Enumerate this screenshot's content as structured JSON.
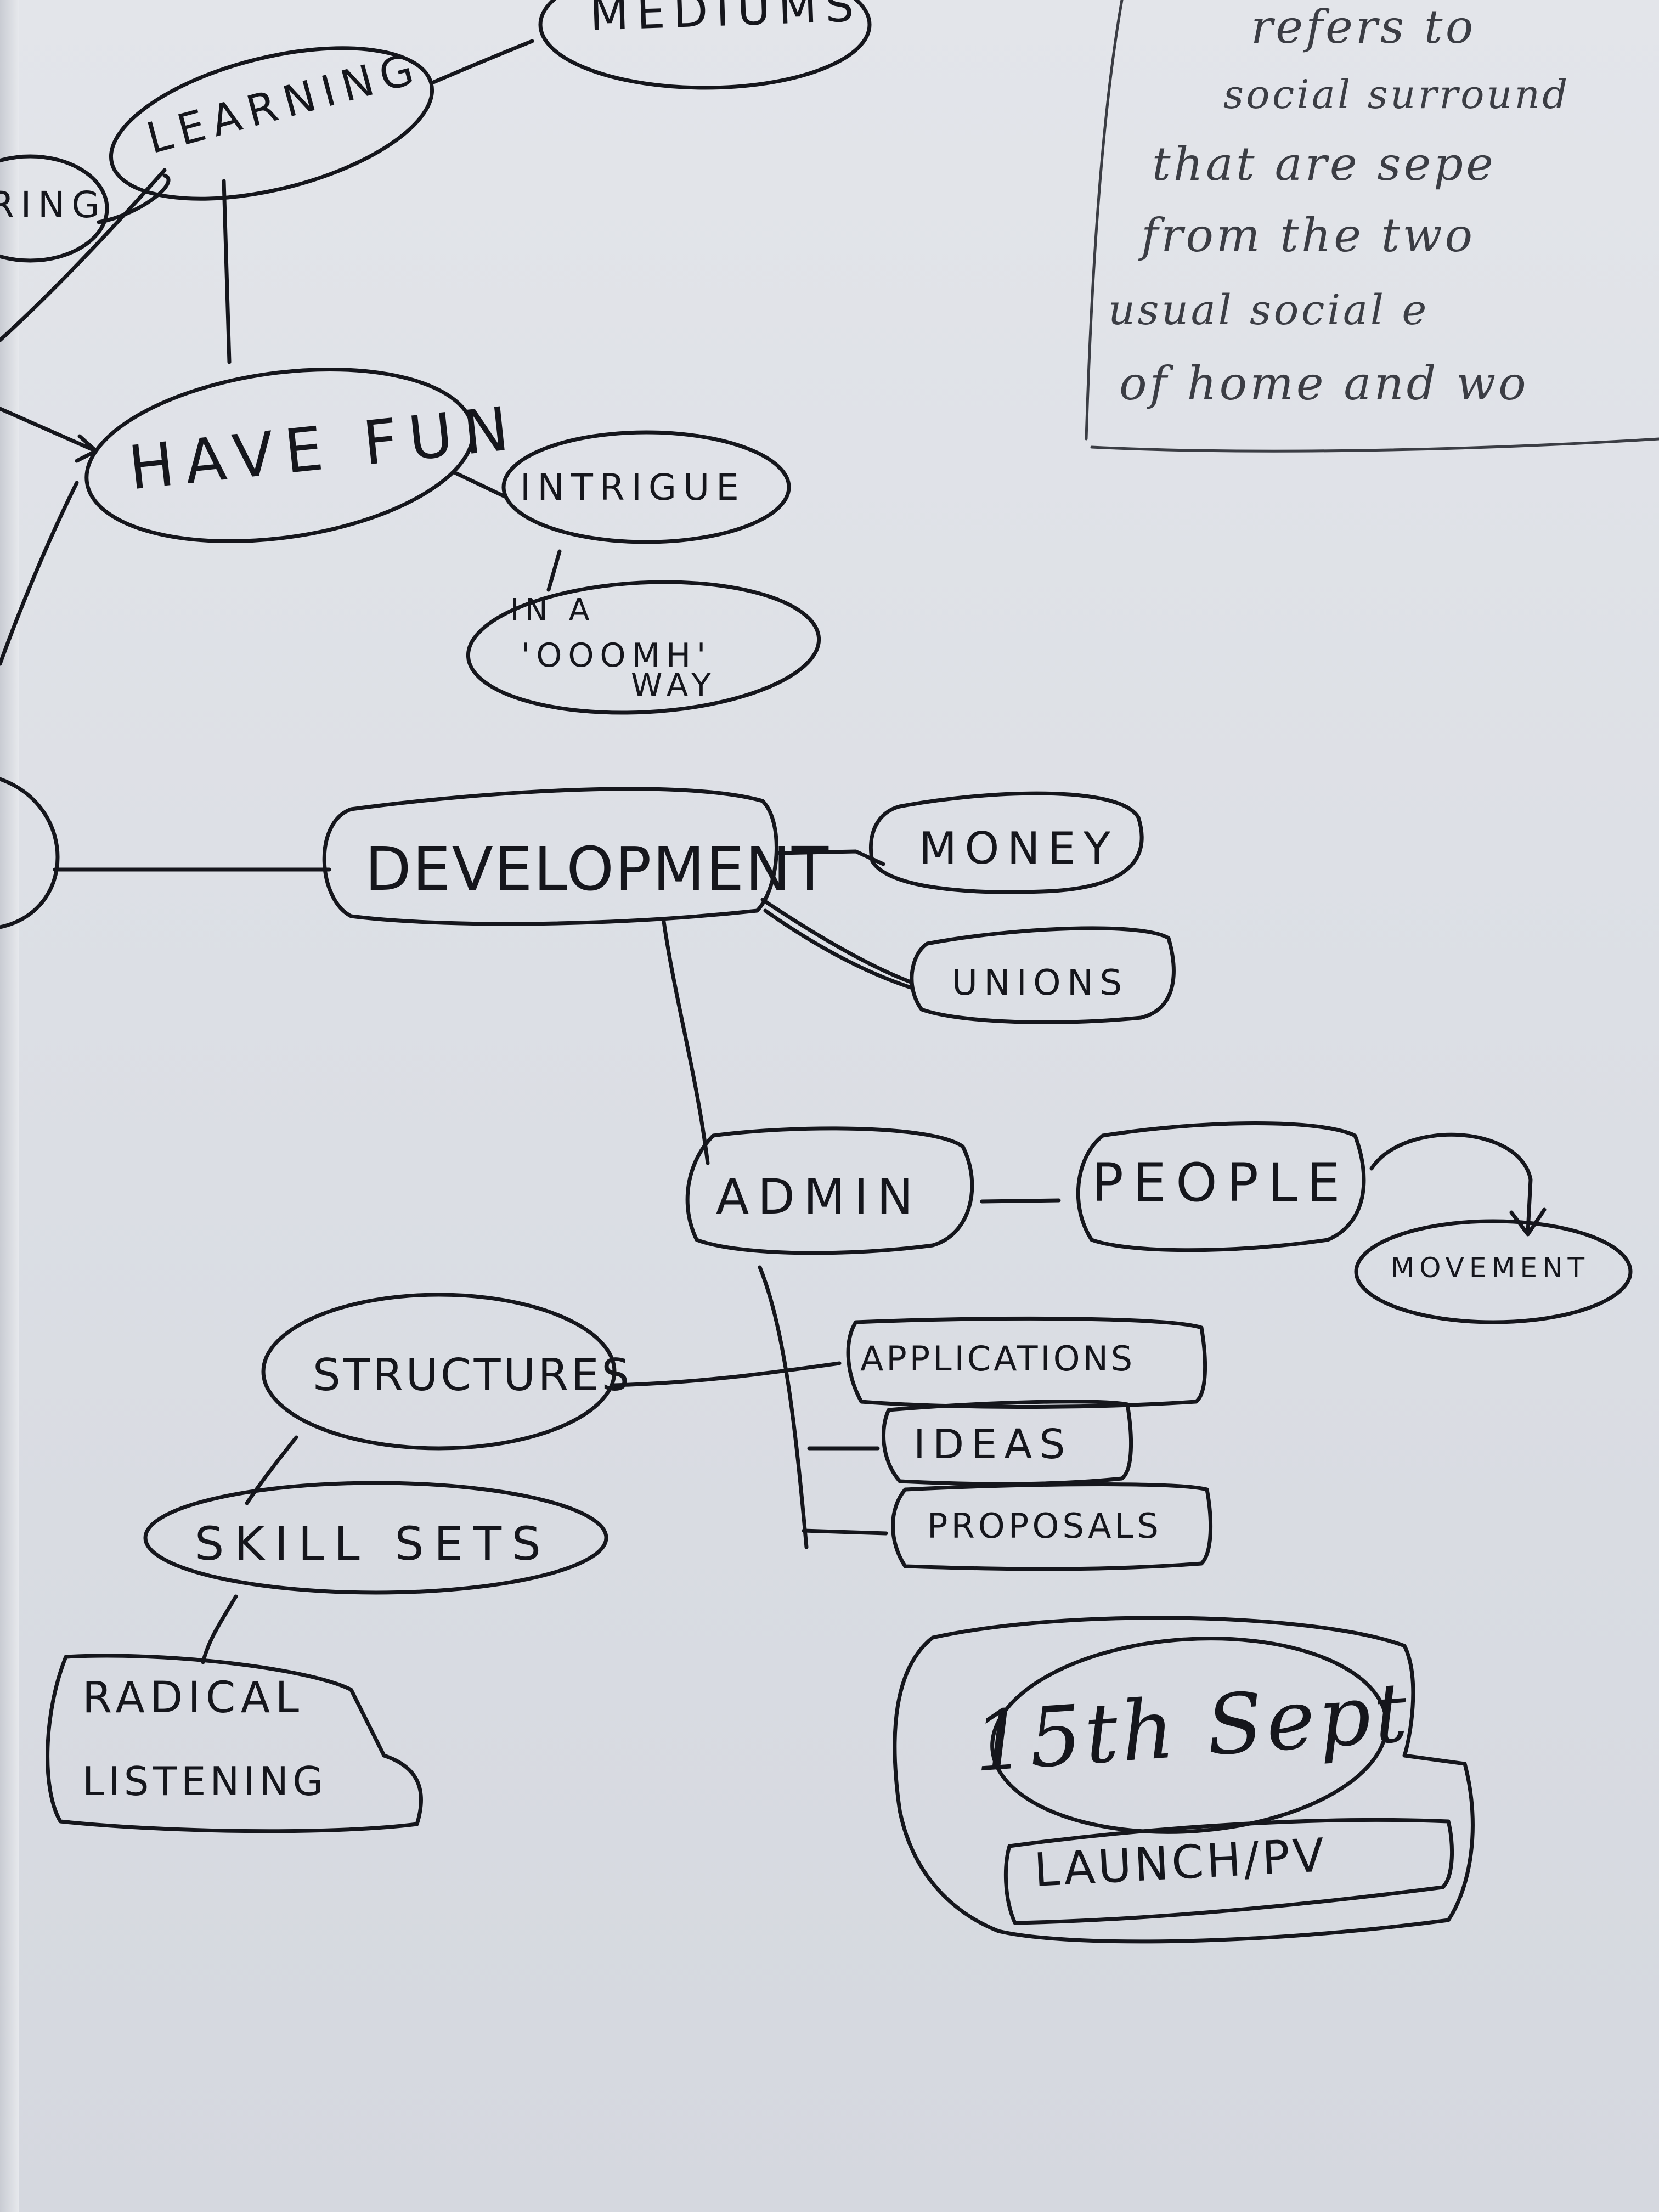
{
  "nodes": {
    "mediums": "MEDIUMS",
    "learning": "LEARNING",
    "ring_partial": "RING",
    "have_fun": "HAVE FUN",
    "intrigue": "INTRIGUE",
    "oomph_line1": "IN A",
    "oomph_line2": "'OOOMH'",
    "oomph_line3": "WAY",
    "development": "DEVELOPMENT",
    "money": "MONEY",
    "unions": "UNIONS",
    "admin": "ADMIN",
    "people": "PEOPLE",
    "movement": "MOVEMENT",
    "structures": "STRUCTURES",
    "applications": "APPLICATIONS",
    "ideas": "IDEAS",
    "proposals": "PROPOSALS",
    "skill_sets": "SKILL SETS",
    "radical_line1": "RADICAL",
    "radical_line2": "LISTENING",
    "date": "15th Sept",
    "launch": "LAUNCH/PV"
  },
  "note": {
    "line1": "refers to",
    "line2": "social surround",
    "line3": "that are sepe",
    "line4": "from the two",
    "line5": "usual social e",
    "line6": "of home and wo"
  },
  "colors": {
    "ink": "#15161c",
    "paper": "#dfe2e8",
    "pencil": "#3b3d44"
  }
}
